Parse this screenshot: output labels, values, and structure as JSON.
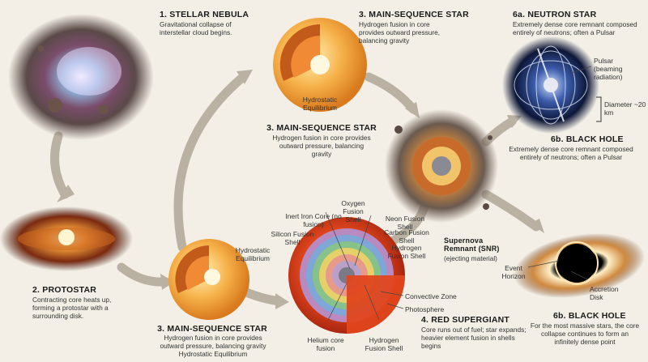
{
  "stages": {
    "nebula": {
      "title": "1. STELLAR NEBULA",
      "desc": "Gravitational collapse of interstellar cloud begins."
    },
    "protostar": {
      "title": "2. PROTOSTAR",
      "desc": "Contracting core heats up, forming a protostar with a surrounding disk."
    },
    "ms_top": {
      "title": "3. MAIN-SEQUENCE STAR",
      "desc": "Hydrogen fusion in core provides outward pressure, balancing gravity",
      "inner_label": "Hydrostatic Equilibrium"
    },
    "ms_mid": {
      "title": "3. MAIN-SEQUENCE STAR",
      "desc": "Hydrogen fusion in core provides outward pressure, balancing gravity"
    },
    "ms_bottom": {
      "title": "3. MAIN-SEQUENCE STAR",
      "desc": "Hydrogen fusion in core provides outward pressure, balancing gravity Hydrostatic Equilibrium",
      "inner_label": "Hydrostatic Equilibrium"
    },
    "red_supergiant": {
      "title": "4. RED SUPERGIANT",
      "desc": "Core runs out of fuel; star expands; heavier element fusion in shells begins"
    },
    "supernova": {
      "title": "Supernova Remnant (SNR)",
      "desc": "(ejecting material)"
    },
    "neutron": {
      "title": "6a. NEUTRON STAR",
      "desc": "Extremely dense core remnant composed entirely of neutrons; often a Pulsar"
    },
    "bh_mid": {
      "title": "6b. BLACK HOLE",
      "desc": "Extremely dense core remnant composed entirely of neutrons; often a Pulsar"
    },
    "bh_bottom": {
      "title": "6b. BLACK HOLE",
      "desc": "For the most massive stars, the core collapse continues to form an infinitely dense point"
    }
  },
  "shell_labels": {
    "inert_iron": "Inert Iron Core (no fusion)",
    "oxygen": "Oxygen Fusion Shell",
    "neon": "Neon Fusion Shell",
    "silicon": "Silicon Fusion Shell",
    "carbon": "Carbon Fusion Shell",
    "hydrogen_upper": "Hydrogen Fusion Shell",
    "convective": "Convective Zone",
    "photosphere": "Photosphere",
    "helium": "Helium core fusion",
    "hydrogen_lower": "Hydrogen Fusion Shell"
  },
  "pulsar": {
    "pulsar_label": "Pulsar (beaming radiation)",
    "diameter": "Diameter ~20 km"
  },
  "blackhole": {
    "event_horizon": "Event Horizon",
    "accretion_disk": "Accretion Disk"
  },
  "colors": {
    "background": "#f3efe6",
    "arrow": "#b9b2a2",
    "star": "#f6b24a",
    "red_giant": "#e0461d"
  }
}
